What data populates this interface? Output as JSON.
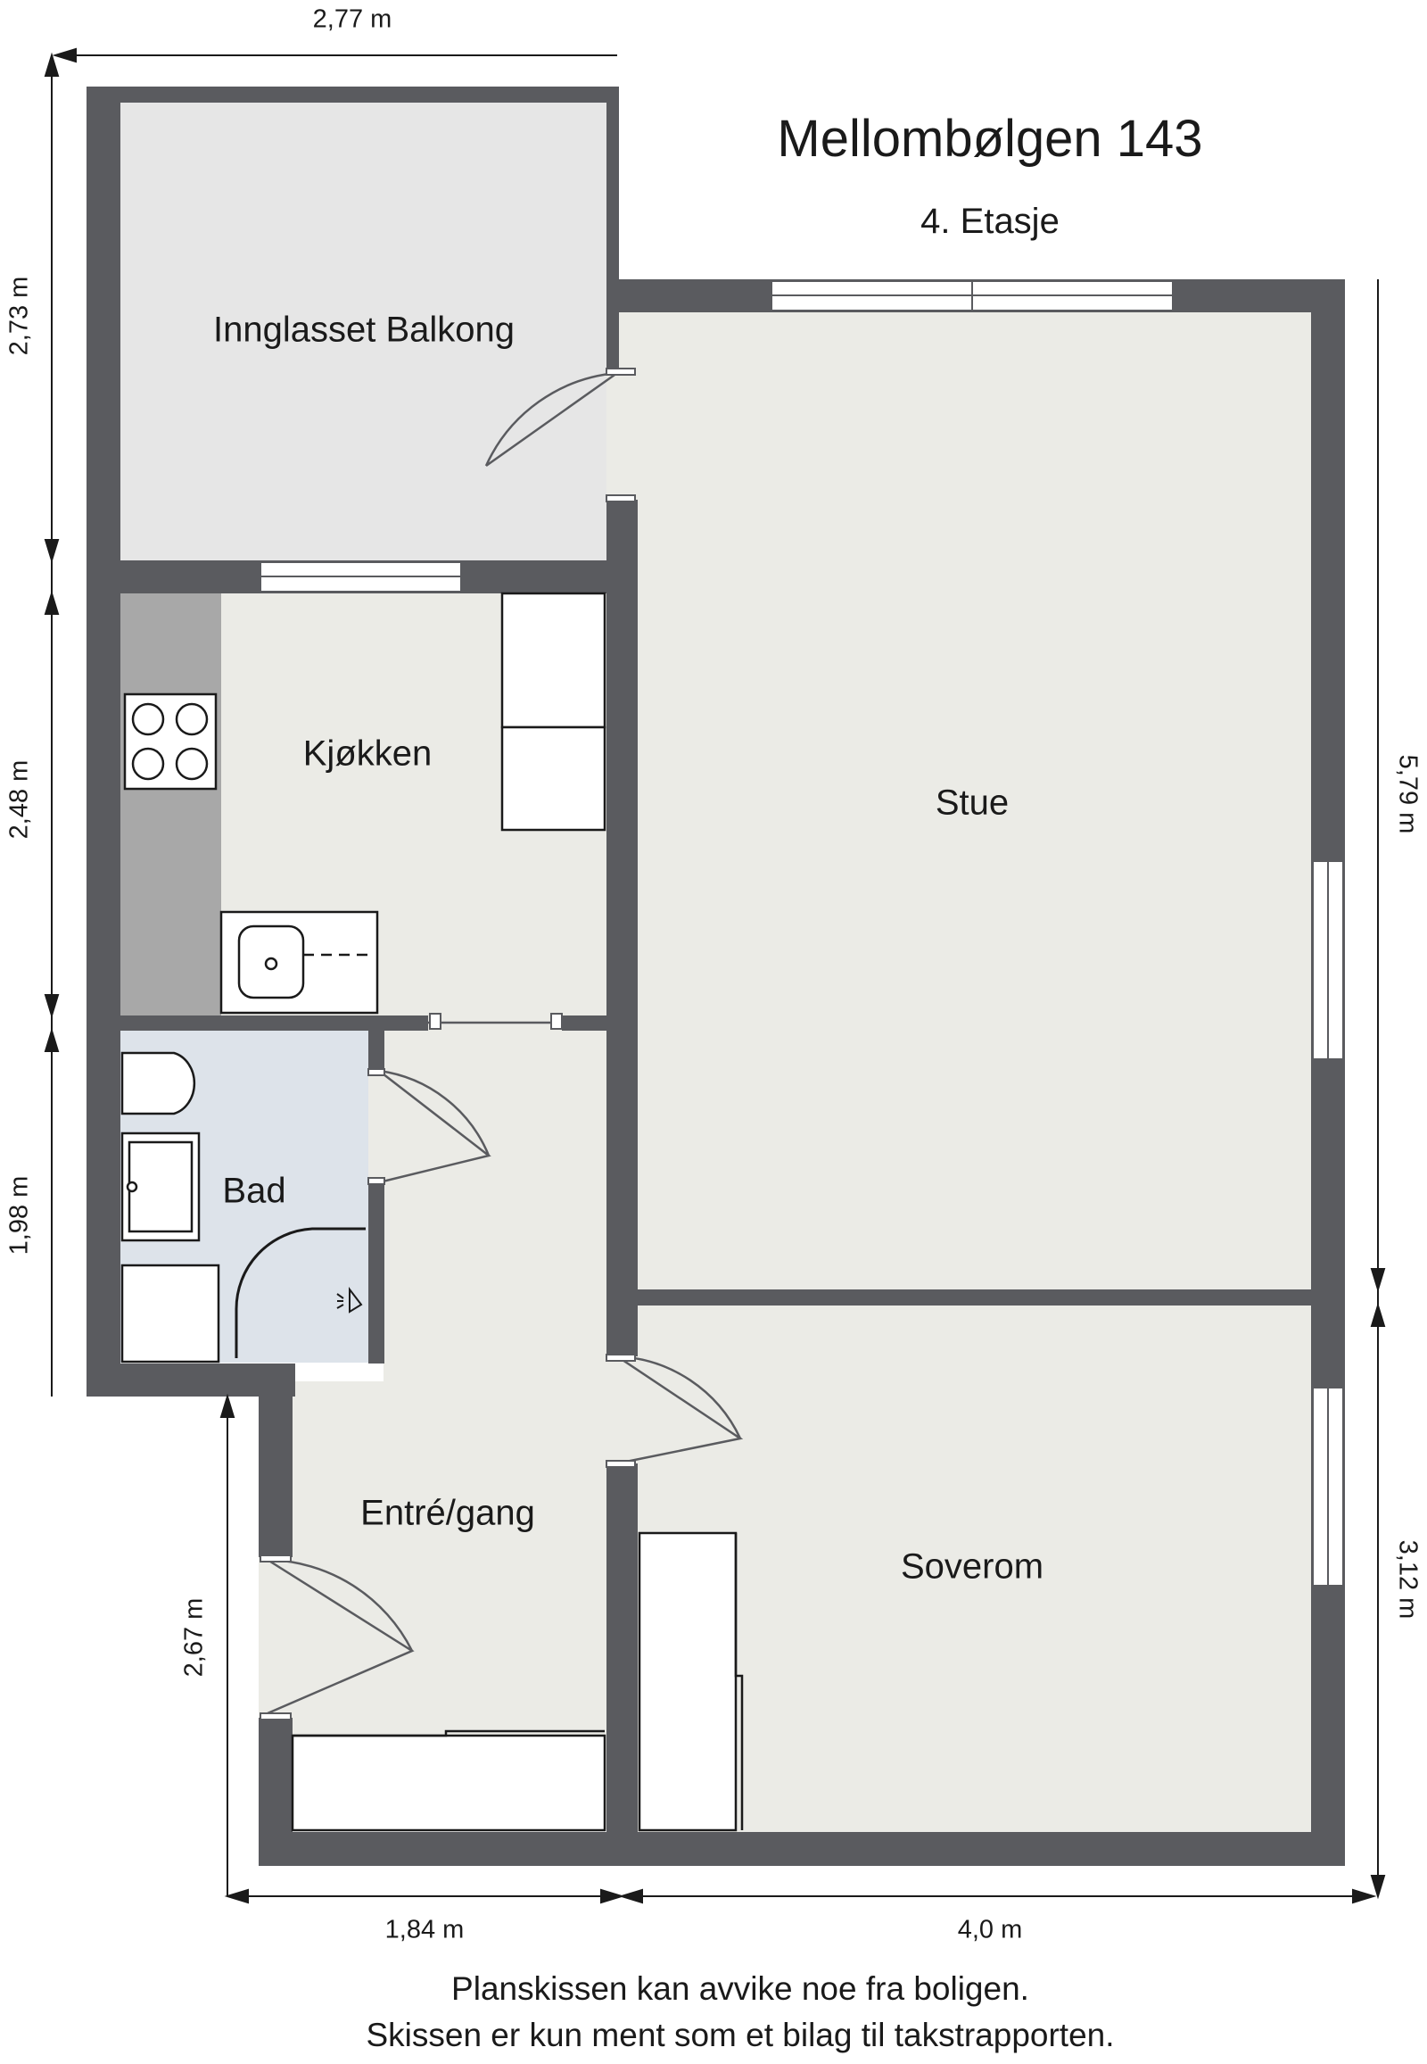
{
  "header": {
    "title": "Mellombølgen 143",
    "floor": "4. Etasje"
  },
  "rooms": {
    "balcony": "Innglasset Balkong",
    "kitchen": "Kjøkken",
    "living": "Stue",
    "bath": "Bad",
    "hall": "Entré/gang",
    "bedroom": "Soverom"
  },
  "dimensions": {
    "top_width": "2,77 m",
    "balcony_height": "2,73 m",
    "kitchen_height": "2,48 m",
    "bath_height": "1,98 m",
    "living_height": "5,79 m",
    "bedroom_height": "3,12 m",
    "hall_height": "2,67 m",
    "hall_width": "1,84 m",
    "bedroom_width": "4,0 m"
  },
  "footer": {
    "line1": "Planskissen kan avvike noe fra boligen.",
    "line2": "Skissen er kun ment som et bilag til takstrapporten."
  },
  "colors": {
    "wall": "#5a5b5f",
    "balcony_floor": "#e6e6e6",
    "floor": "#ebebe6",
    "bath_floor": "#dde3ea",
    "counter": "#a8a8a8"
  }
}
